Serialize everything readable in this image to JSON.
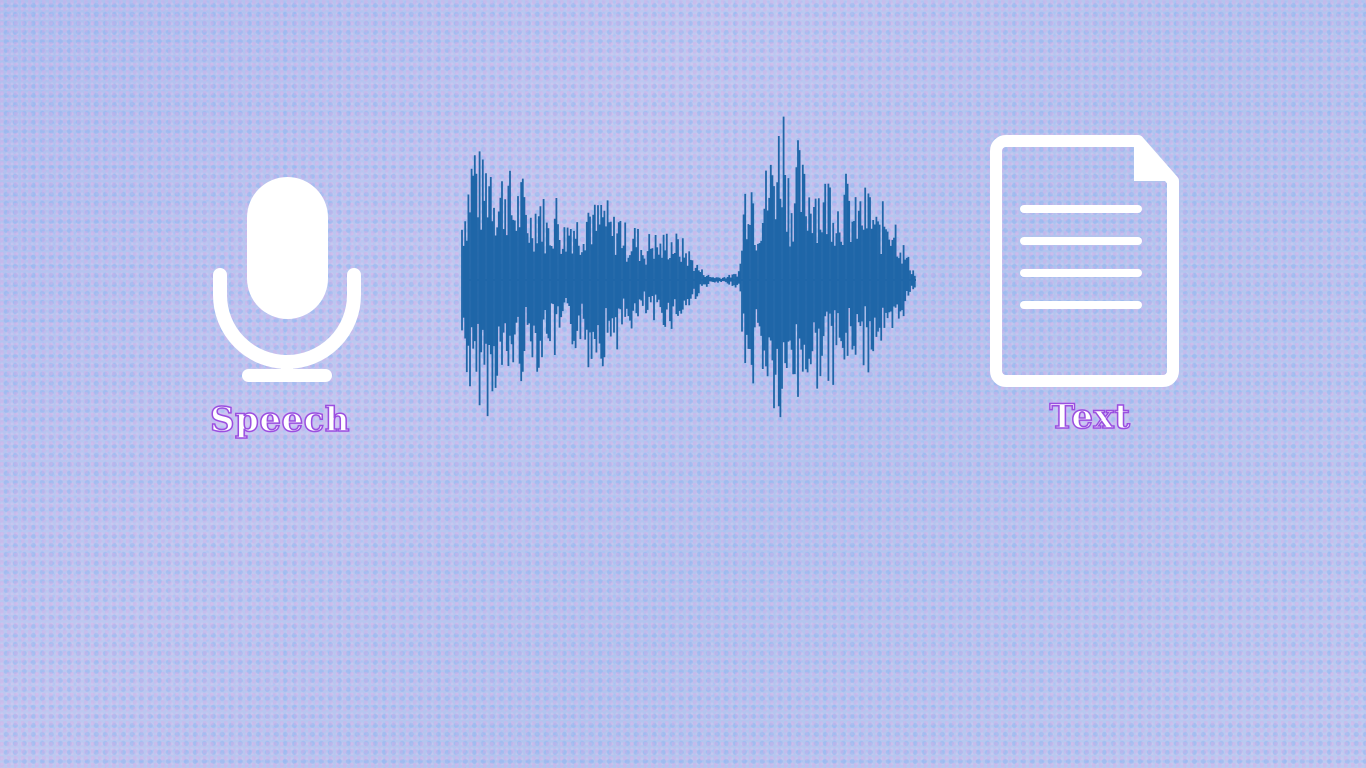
{
  "labels": {
    "speech": "Speech",
    "text": "Text"
  },
  "icons": {
    "left": "microphone-icon",
    "middle": "sound-waveform",
    "right": "document-icon"
  },
  "colors": {
    "background": "#b4c6ee",
    "icon_fill": "#ffffff",
    "waveform": "#1f66a8",
    "label_outline": "#9a4fe0"
  }
}
